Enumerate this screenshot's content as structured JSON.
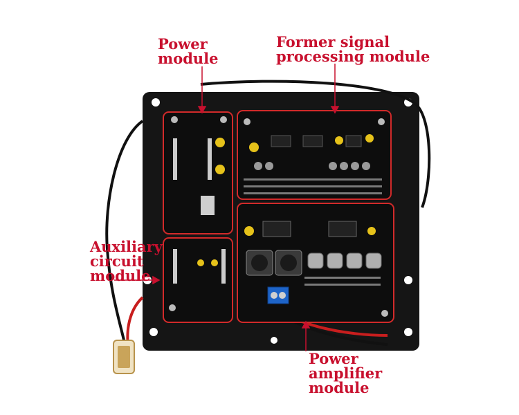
{
  "annotations": {
    "power": [
      "Power",
      "module"
    ],
    "former": [
      "Former signal",
      "processing module"
    ],
    "auxiliary": [
      "Auxiliary",
      "circuit",
      "module"
    ],
    "amplifier": [
      "Power",
      "amplifier",
      "module"
    ]
  },
  "colors": {
    "annotation": "#c8102e",
    "plate": "#151515",
    "pcb": "#0d0d0d",
    "outline": "#d22a2a",
    "wire_black": "#111111",
    "wire_red": "#c81e1e",
    "terminal_block": "#1e64c8"
  }
}
